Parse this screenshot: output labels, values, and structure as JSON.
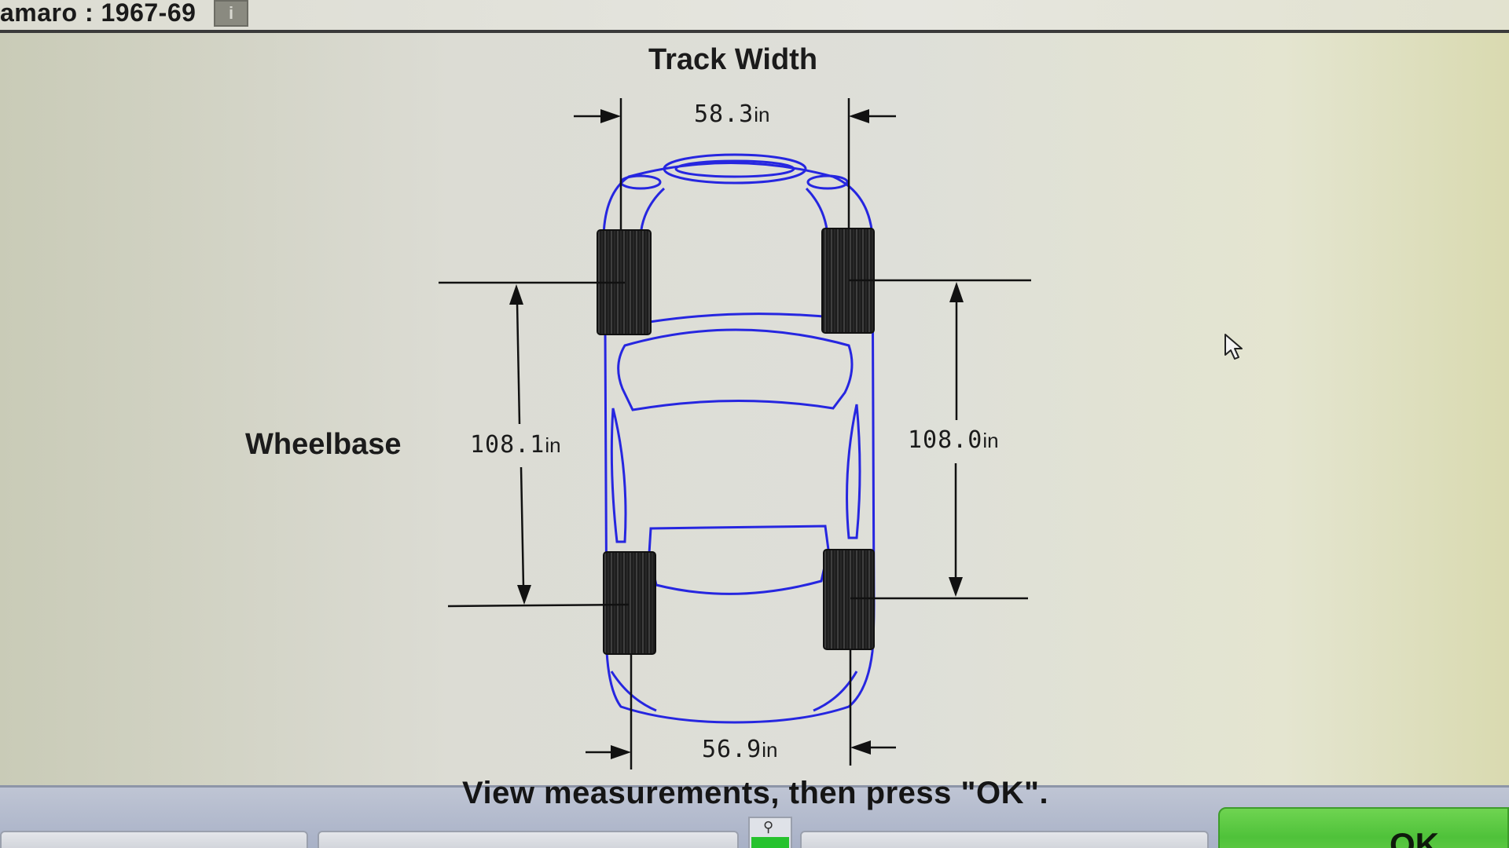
{
  "window": {
    "title": "amaro : 1967-69",
    "badge_icon": "info-badge-icon",
    "badge_glyph": "i"
  },
  "diagram": {
    "track_width_title": "Track Width",
    "wheelbase_title": "Wheelbase",
    "front_track": {
      "value": "58.3",
      "unit": "in"
    },
    "rear_track": {
      "value": "56.9",
      "unit": "in"
    },
    "left_wheelbase": {
      "value": "108.1",
      "unit": "in"
    },
    "right_wheelbase": {
      "value": "108.0",
      "unit": "in"
    },
    "car_outline_color": "#2626e0",
    "dimension_line_color": "#111111",
    "tire_color": "#1c1c1c"
  },
  "footer": {
    "instruction": "View measurements, then press \"OK\".",
    "ok_label": "OK",
    "status_icon": "magnifier-icon",
    "status_glyph": "⚲",
    "status_color": "#26c22e",
    "ok_color": "#4fc23a"
  }
}
